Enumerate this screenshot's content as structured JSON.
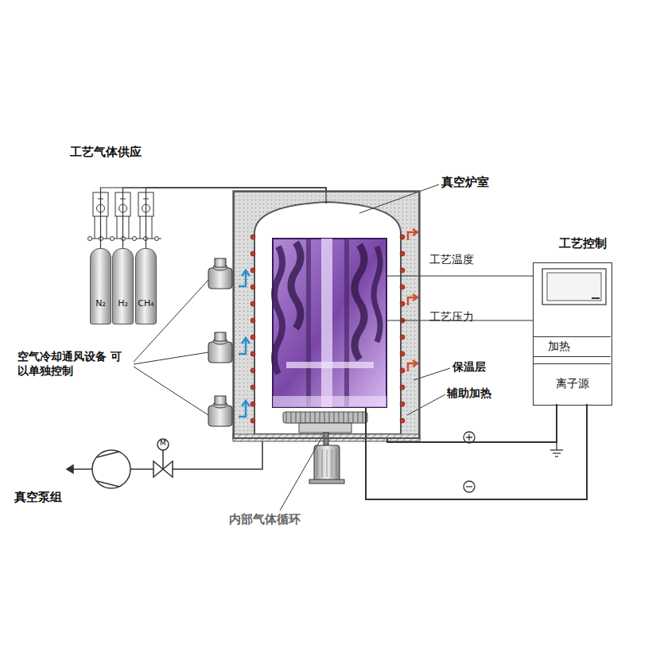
{
  "diagram": {
    "nodes": [
      {
        "text": [
          "N₂"
        ]
      },
      {
        "text": [
          "H₂"
        ]
      },
      {
        "text": [
          "CH₄"
        ]
      },
      {
        "text": [
          "真空炉室"
        ]
      },
      {
        "text": [
          "工艺控制"
        ]
      },
      {
        "text": [
          "加热"
        ],
        "in": 4
      },
      {
        "text": [
          "离子源"
        ],
        "in": 4
      }
    ],
    "edges": [
      {
        "from": 0,
        "to": 3,
        "arrow": "none"
      },
      {
        "from": 1,
        "to": 3,
        "arrow": "none"
      },
      {
        "from": 2,
        "to": 3,
        "arrow": "none"
      },
      {
        "from": 3,
        "to": 4,
        "label": "工艺温度",
        "arrow": "none"
      },
      {
        "from": 3,
        "to": 4,
        "label": "工艺压力",
        "arrow": "none"
      },
      {
        "from": 6,
        "to": 3,
        "arrow": "none"
      },
      {
        "from": 6,
        "to": 3,
        "arrow": "none"
      }
    ],
    "labels": [
      "工艺气体供应",
      "保温层",
      "辅助加热",
      "空气冷却通风设备 可以单独控制",
      "真空泵组",
      "内部气体循环",
      "M"
    ]
  }
}
